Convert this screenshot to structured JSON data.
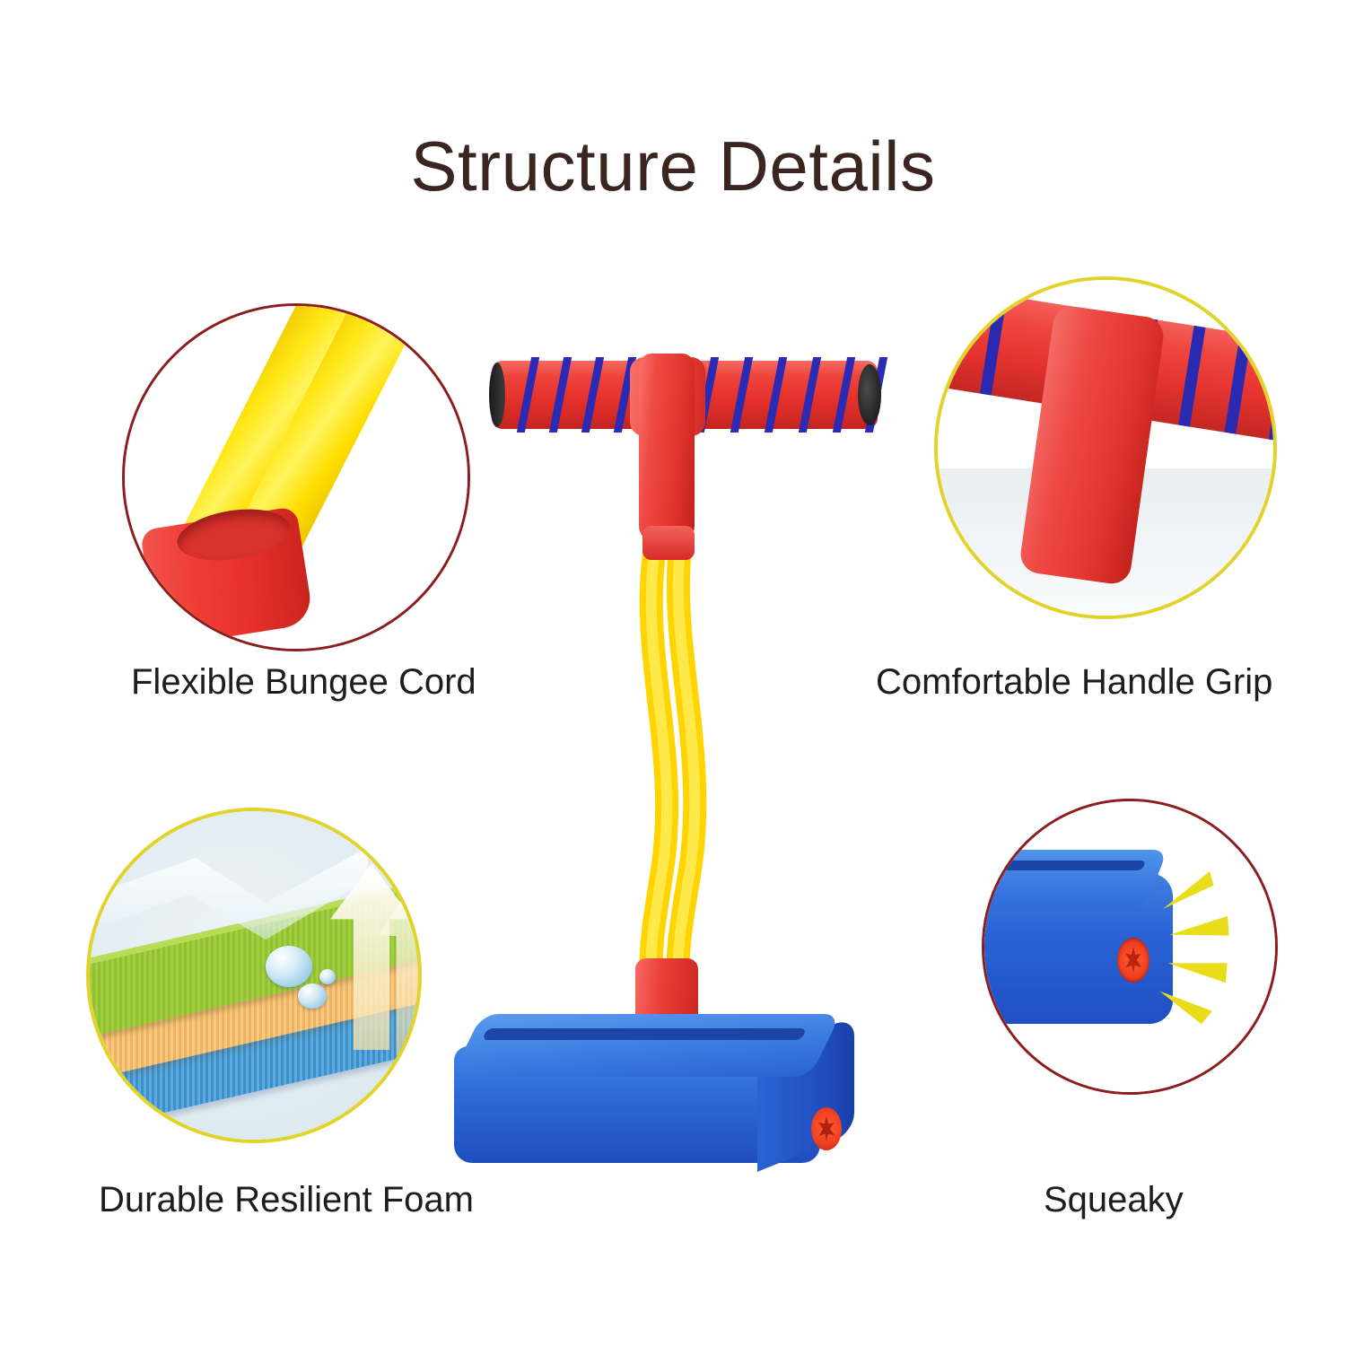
{
  "page": {
    "title": "Structure Details",
    "background_color": "#ffffff",
    "title_color": "#3a2520"
  },
  "callouts": [
    {
      "id": "bungee",
      "label": "Flexible Bungee Cord",
      "ring_color": "#8d1c1c",
      "ring_style": "dark-red",
      "position": "top-left",
      "depicts": "two yellow bungee cords entering a red foam collar"
    },
    {
      "id": "grip",
      "label": "Comfortable Handle Grip",
      "ring_color": "#e2d32a",
      "ring_style": "yellow",
      "position": "top-right",
      "depicts": "red foam handle bar with blue bands meeting the red post"
    },
    {
      "id": "foam",
      "label": "Durable Resilient Foam",
      "ring_color": "#e2d32a",
      "ring_style": "yellow",
      "position": "bottom-left",
      "depicts": "layered foam cutaway: green top layer with water droplets and upward arrows, orange middle layer, blue bottom layer"
    },
    {
      "id": "squeak",
      "label": "Squeaky",
      "ring_color": "#8d1c1c",
      "ring_style": "dark-red",
      "position": "bottom-right",
      "depicts": "blue foam base end with red squeaker and yellow sound rays"
    }
  ],
  "product": {
    "name": "foam pogo jumper",
    "parts": [
      {
        "name": "handle-bar",
        "color": "#e5302a",
        "accent_color": "#2a2ab5",
        "detail": "red foam T-bar with blue spiral stripes and dark end caps"
      },
      {
        "name": "center-post",
        "color": "#e2342e",
        "detail": "red foam vertical post joining bar to cords"
      },
      {
        "name": "bungee-cords",
        "color": "#ffdf00",
        "detail": "two yellow elastic cords in an S-curve"
      },
      {
        "name": "cord-collars",
        "color": "#d62b26",
        "detail": "red collars at top and bottom of the cords"
      },
      {
        "name": "foam-base",
        "color": "#2d6ad8",
        "detail": "blue foam block base with top groove"
      },
      {
        "name": "squeaker",
        "color": "#ef3f1f",
        "detail": "red squeaker on the right end of the base"
      }
    ]
  },
  "icons": {
    "water_droplet": "droplet-icon",
    "up_arrow": "arrow-up-icon",
    "sound_rays": "sound-rays-icon",
    "squeaker_star": "star-burst-icon"
  }
}
